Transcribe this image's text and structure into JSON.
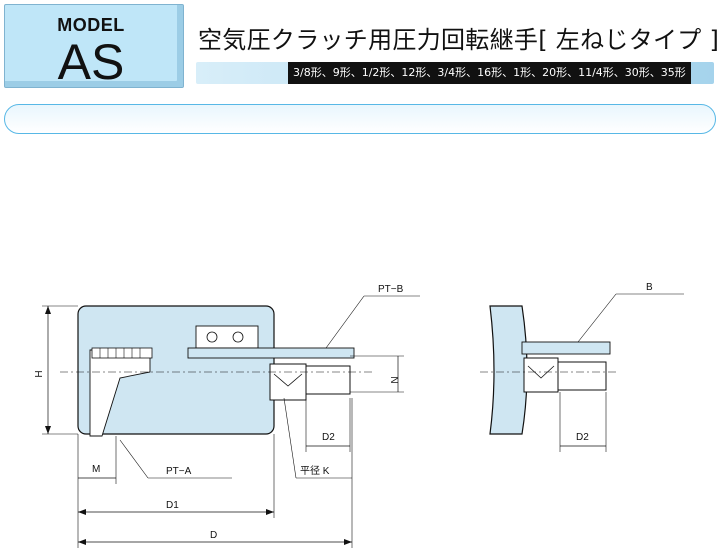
{
  "model": {
    "label": "MODEL",
    "code": "AS"
  },
  "title": "空気圧クラッチ用圧力回転継手[ 左ねじタイプ ]",
  "variants": "3/8形、9形、1/2形、12形、3/4形、16形、1形、20形、11/4形、30形、35形",
  "drawing": {
    "labels": {
      "pt_b": "PT−B",
      "b": "B",
      "h": "H",
      "n": "N",
      "d2_left": "D2",
      "d2_right": "D2",
      "m": "M",
      "pt_a": "PT−A",
      "flat_k": "平径 K",
      "d1": "D1",
      "d": "D"
    },
    "colors": {
      "body_fill": "#cfe6f2",
      "line": "#111111"
    }
  }
}
